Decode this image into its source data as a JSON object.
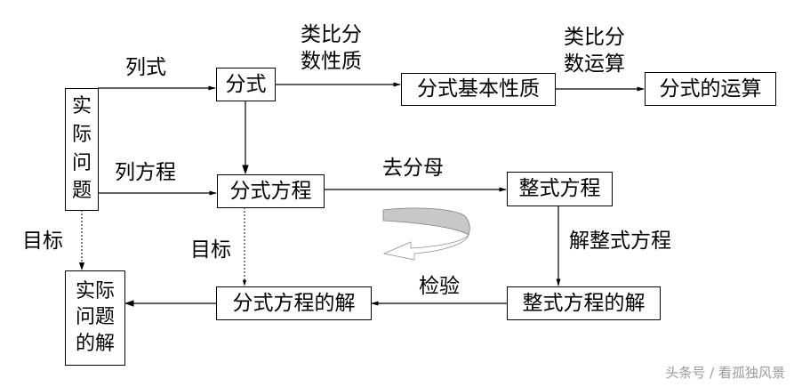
{
  "diagram": {
    "nodes": {
      "real_problem": {
        "chars": [
          "实",
          "际",
          "问",
          "题"
        ]
      },
      "fraction": {
        "label": "分式"
      },
      "fraction_basic_property": {
        "label": "分式基本性质"
      },
      "fraction_operation": {
        "label": "分式的运算"
      },
      "fractional_equation": {
        "label": "分式方程"
      },
      "integral_equation": {
        "label": "整式方程"
      },
      "fractional_equation_solution": {
        "label": "分式方程的解"
      },
      "integral_equation_solution": {
        "label": "整式方程的解"
      },
      "real_problem_solution": {
        "lines": [
          "实际",
          "问题",
          "的解"
        ]
      }
    },
    "edge_labels": {
      "list_expression": "列式",
      "analogy_number_property": [
        "类比分",
        "数性质"
      ],
      "analogy_number_operation": [
        "类比分",
        "数运算"
      ],
      "list_equation": "列方程",
      "remove_denominator": "去分母",
      "solve_integral_equation": "解整式方程",
      "check": "检验",
      "goal_left": "目标",
      "goal_middle": "目标"
    },
    "edges": [
      {
        "from": "real_problem",
        "to": "fraction",
        "label": "列式",
        "style": "solid"
      },
      {
        "from": "fraction",
        "to": "fraction_basic_property",
        "label": "类比分数性质",
        "style": "solid"
      },
      {
        "from": "fraction_basic_property",
        "to": "fraction_operation",
        "label": "类比分数运算",
        "style": "solid"
      },
      {
        "from": "fraction",
        "to": "fractional_equation",
        "label": "",
        "style": "solid"
      },
      {
        "from": "real_problem",
        "to": "fractional_equation",
        "label": "列方程",
        "style": "solid"
      },
      {
        "from": "fractional_equation",
        "to": "integral_equation",
        "label": "去分母",
        "style": "solid"
      },
      {
        "from": "integral_equation",
        "to": "integral_equation_solution",
        "label": "解整式方程",
        "style": "solid"
      },
      {
        "from": "integral_equation_solution",
        "to": "fractional_equation_solution",
        "label": "检验",
        "style": "solid"
      },
      {
        "from": "fractional_equation_solution",
        "to": "real_problem_solution",
        "label": "",
        "style": "solid"
      },
      {
        "from": "real_problem",
        "to": "real_problem_solution",
        "label": "目标",
        "style": "dotted"
      },
      {
        "from": "fractional_equation",
        "to": "fractional_equation_solution",
        "label": "目标",
        "style": "dotted"
      }
    ],
    "decorations": {
      "curved_arrow": "counterclockwise-return-arrow"
    }
  },
  "watermark": "头条号 / 看孤独风景"
}
